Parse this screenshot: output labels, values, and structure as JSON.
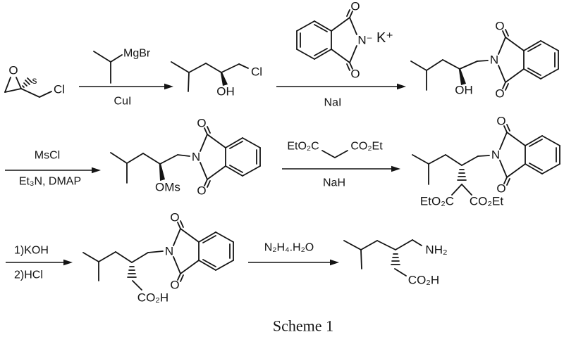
{
  "caption": "Scheme 1",
  "atoms": {
    "O": "O",
    "N": "N",
    "N_minus": "N⁻",
    "K_plus": "K⁺",
    "Cl": "Cl",
    "OH": "OH",
    "OMs": "OMs",
    "s_config": "s",
    "NH2": "NH₂",
    "CO2H": "CO₂H",
    "EtO2C": "EtO₂C",
    "CO2Et": "CO₂Et"
  },
  "reagents": {
    "step1_above": "MgBr",
    "step1_below": "CuI",
    "step2_below": "NaI",
    "step3_above": "MsCl",
    "step3_below": "Et₃N, DMAP",
    "step4_left": "EtO₂C",
    "step4_right": "CO₂Et",
    "step4_below": "NaH",
    "step5_line1": "1)KOH",
    "step5_line2": "2)HCl",
    "step6_above": "N₂H₄.H₂O"
  }
}
